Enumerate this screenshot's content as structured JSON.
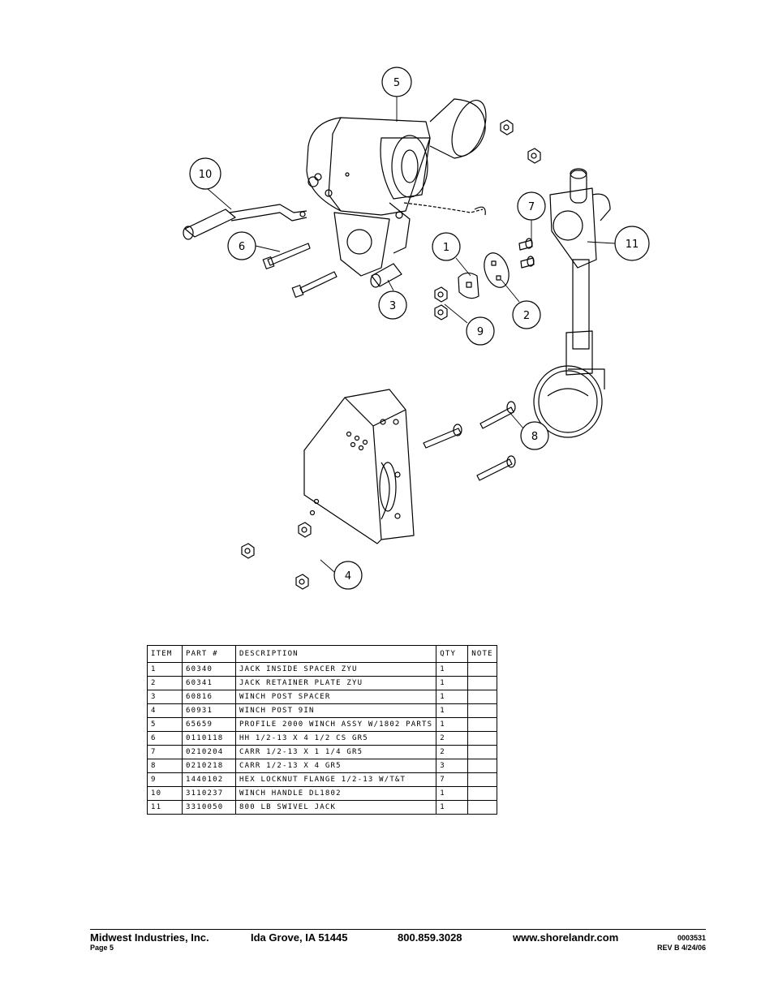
{
  "balloons": [
    "1",
    "2",
    "3",
    "4",
    "5",
    "6",
    "7",
    "8",
    "9",
    "10",
    "11"
  ],
  "bom": {
    "headers": [
      "ITEM",
      "PART #",
      "DESCRIPTION",
      "QTY",
      "NOTE"
    ],
    "rows": [
      [
        "1",
        "60340",
        "JACK INSIDE SPACER ZYU",
        "1",
        ""
      ],
      [
        "2",
        "60341",
        "JACK RETAINER PLATE ZYU",
        "1",
        ""
      ],
      [
        "3",
        "60816",
        "WINCH POST SPACER",
        "1",
        ""
      ],
      [
        "4",
        "60931",
        "WINCH POST 9IN",
        "1",
        ""
      ],
      [
        "5",
        "65659",
        "PROFILE 2000 WINCH ASSY W/1802 PARTS",
        "1",
        ""
      ],
      [
        "6",
        "0110118",
        "HH 1/2-13 X 4 1/2 CS GR5",
        "2",
        ""
      ],
      [
        "7",
        "0210204",
        "CARR 1/2-13 X 1 1/4 GR5",
        "2",
        ""
      ],
      [
        "8",
        "0210218",
        "CARR 1/2-13 X 4 GR5",
        "3",
        ""
      ],
      [
        "9",
        "1440102",
        "HEX LOCKNUT FLANGE 1/2-13 W/T&T",
        "7",
        ""
      ],
      [
        "10",
        "3110237",
        "WINCH HANDLE  DL1802",
        "1",
        ""
      ],
      [
        "11",
        "3310050",
        "800 LB SWIVEL JACK",
        "1",
        ""
      ]
    ]
  },
  "footer": {
    "company": "Midwest Industries, Inc.",
    "city": "Ida Grove, IA  51445",
    "phone": "800.859.3028",
    "website": "www.shorelandr.com",
    "doc_number": "0003531",
    "page": "Page 5",
    "revision": "REV B  4/24/06"
  }
}
